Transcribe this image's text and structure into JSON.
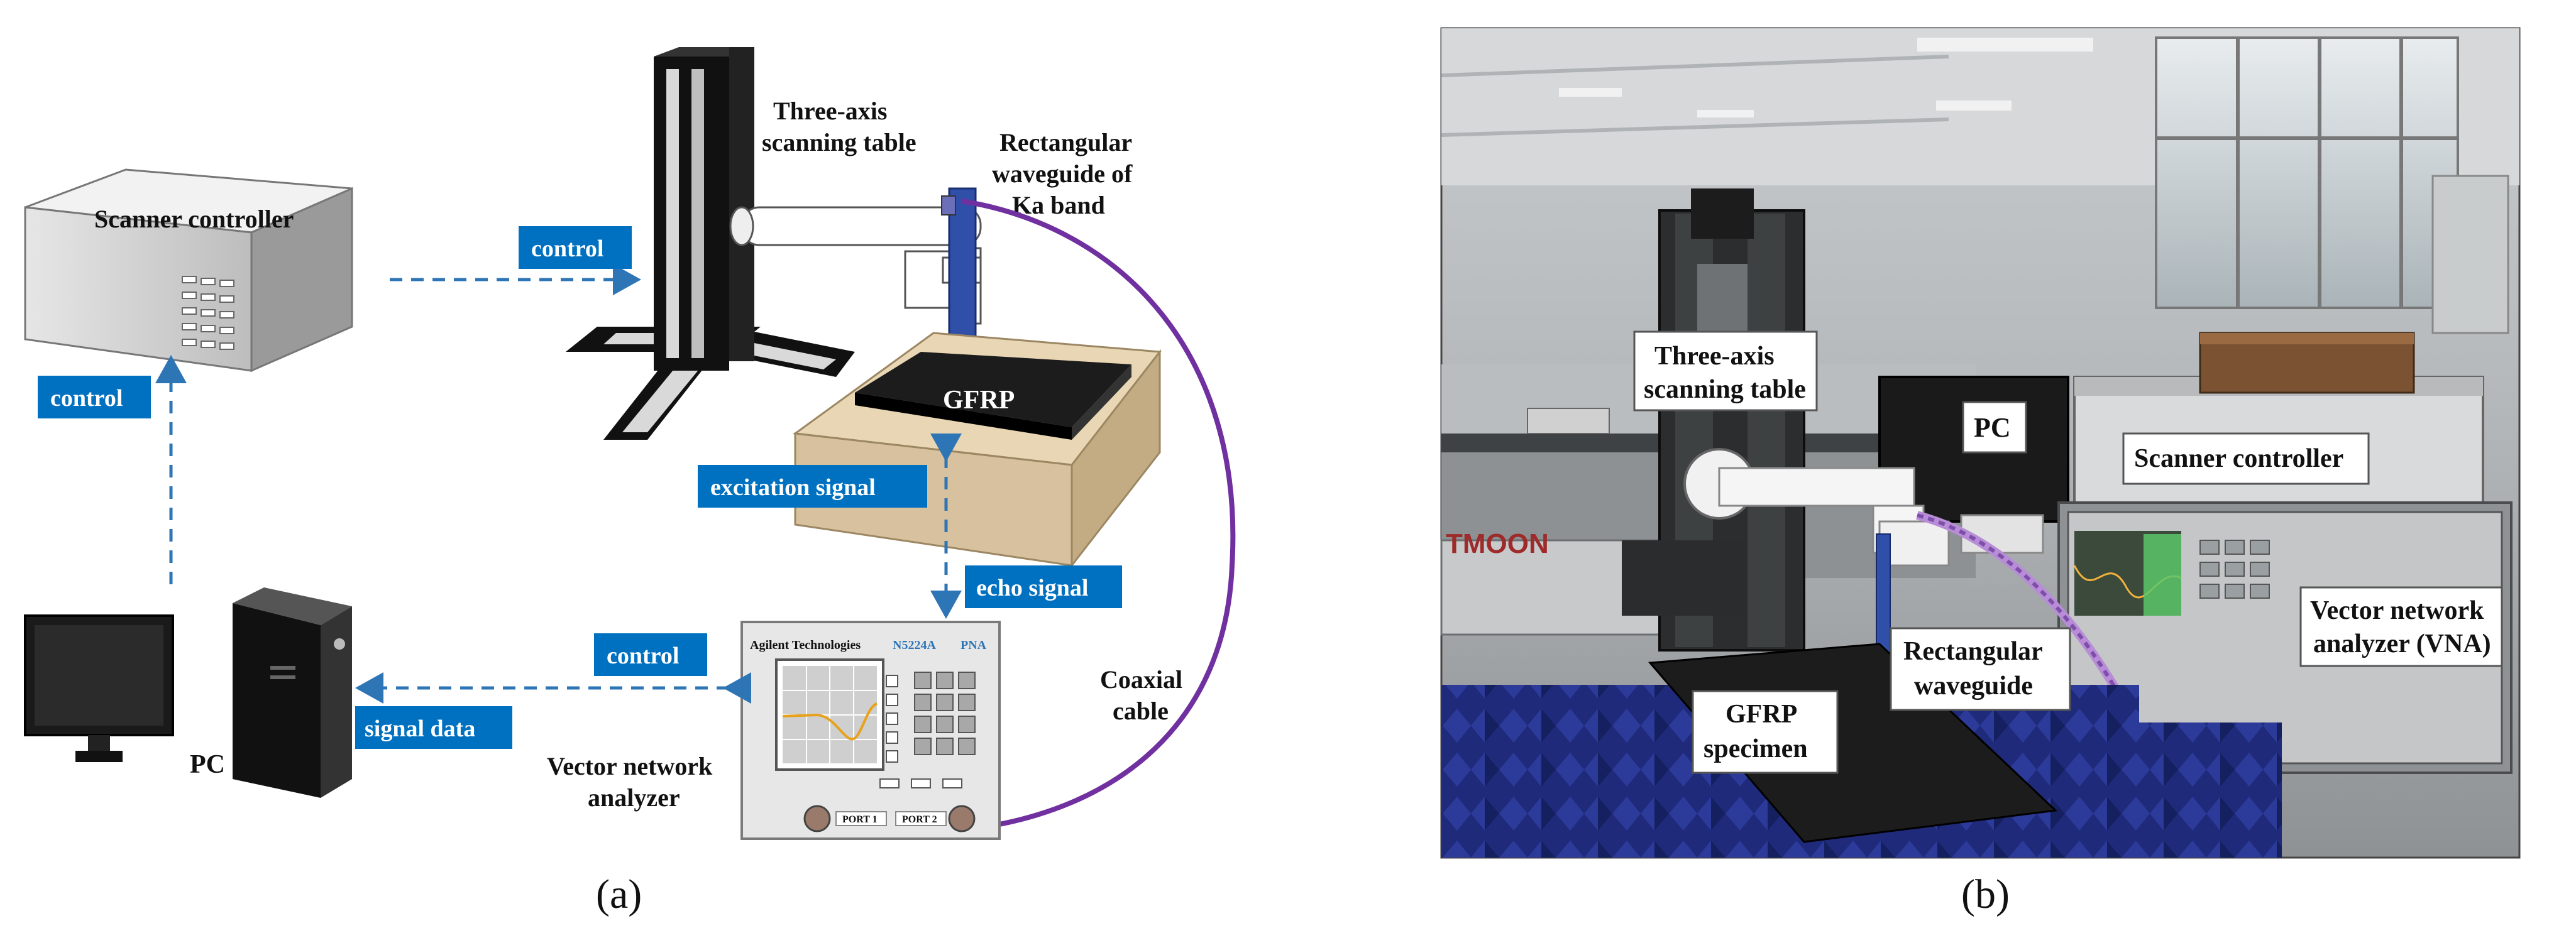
{
  "panel_a": {
    "caption": "(a)",
    "labels": {
      "scanner_controller": "Scanner controller",
      "three_axis_1": "Three-axis",
      "three_axis_2": "scanning table",
      "waveguide_1": "Rectangular",
      "waveguide_2": "waveguide of",
      "waveguide_3": "Ka band",
      "gfrp": "GFRP",
      "coaxial_1": "Coaxial",
      "coaxial_2": "cable",
      "pc": "PC",
      "vna_1": "Vector network",
      "vna_2": "analyzer"
    },
    "tags": {
      "control_top": "control",
      "control_left": "control",
      "control_bottom": "control",
      "signal_data": "signal data",
      "excitation_signal": "excitation signal",
      "echo_signal": "echo signal"
    },
    "vna_panel": {
      "brand": "Agilent Technologies",
      "model": "N5224A",
      "type": "PNA",
      "port1": "PORT 1",
      "port2": "PORT 2"
    }
  },
  "panel_b": {
    "caption": "(b)",
    "labels": {
      "three_axis_1": "Three-axis",
      "three_axis_2": "scanning table",
      "pc": "PC",
      "scanner_controller": "Scanner controller",
      "vna_1": "Vector network",
      "vna_2": "analyzer (VNA)",
      "waveguide_1": "Rectangular",
      "waveguide_2": "waveguide",
      "gfrp_1": "GFRP",
      "gfrp_2": "specimen"
    },
    "photo_logo": "TMOON"
  },
  "colors": {
    "tag_blue": "#0070c0",
    "arrow_blue": "#2e75b6",
    "cable_purple": "#7030a0",
    "waveguide_blue": "#2f4fa8",
    "box_tan": "#d8c19e"
  }
}
